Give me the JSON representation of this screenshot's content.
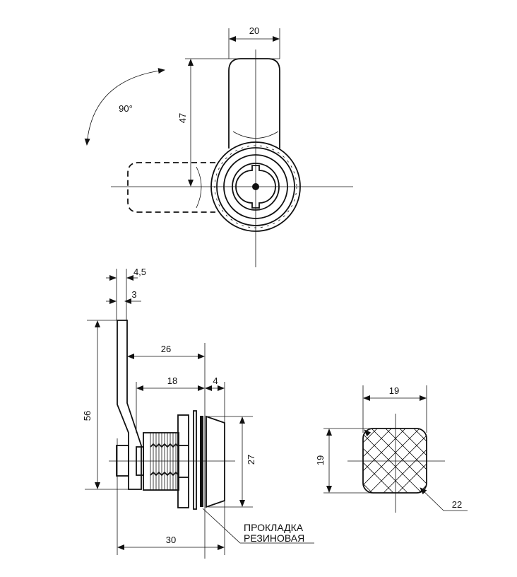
{
  "top_view": {
    "rotation_label": "90°",
    "dim_width": "20",
    "dim_length": "47"
  },
  "side_view": {
    "dim_thickness_total": "4,5",
    "dim_thickness": "3",
    "dim_height": "56",
    "dim_offset": "26",
    "dim_body": "18",
    "dim_face": "4",
    "dim_face_diameter": "27",
    "dim_overall": "30",
    "gasket_label_line1": "ПРОКЛАДКА",
    "gasket_label_line2": "РЕЗИНОВАЯ"
  },
  "cutout_view": {
    "dim_width": "19",
    "dim_height": "19",
    "dim_diagonal": "22"
  }
}
